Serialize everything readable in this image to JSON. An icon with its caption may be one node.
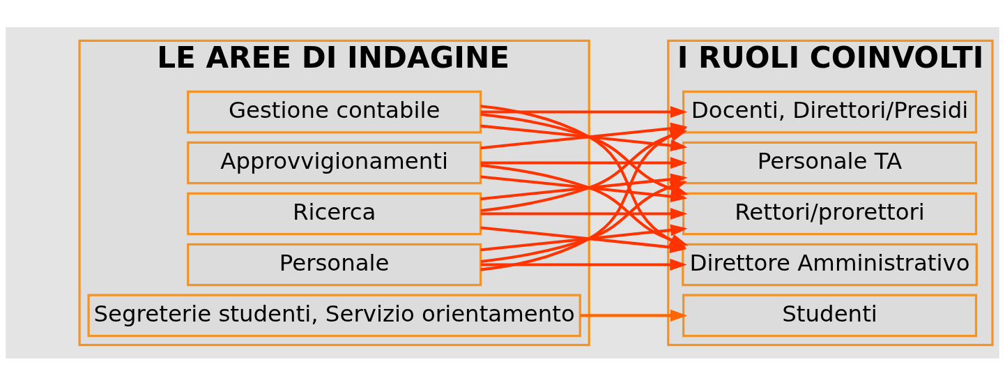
{
  "diagram": {
    "nodes": [
      {
        "text": [
          "LE AREE DI INDAGINE"
        ]
      },
      {
        "text": [
          "Segreterie studenti, Servizio orientamento"
        ],
        "in": 0
      },
      {
        "text": [
          "Approvvigionamenti"
        ],
        "in": 0
      },
      {
        "text": [
          "Gestione contabile"
        ],
        "in": 0
      },
      {
        "text": [
          "Personale"
        ],
        "in": 0
      },
      {
        "text": [
          "Ricerca"
        ],
        "in": 0
      },
      {
        "text": [
          "I RUOLI COINVOLTI"
        ]
      },
      {
        "text": [
          "Studenti"
        ],
        "in": 6
      },
      {
        "text": [
          "Personale TA"
        ],
        "in": 6
      },
      {
        "text": [
          "Docenti, Direttori/Presidi"
        ],
        "in": 6
      },
      {
        "text": [
          "Direttore Amministrativo"
        ],
        "in": 6
      },
      {
        "text": [
          "Rettori/prorettori"
        ],
        "in": 6
      }
    ],
    "edges": [
      {
        "from": 1,
        "to": 7,
        "arrow": "to"
      },
      {
        "from": 2,
        "to": 8,
        "arrow": "to",
        "color": "#ff3300"
      },
      {
        "from": 2,
        "to": 9,
        "arrow": "to",
        "color": "#ff3300"
      },
      {
        "from": 2,
        "to": 10,
        "arrow": "to",
        "color": "#ff3300"
      },
      {
        "from": 2,
        "to": 11,
        "arrow": "to",
        "color": "#ff3300"
      },
      {
        "from": 3,
        "to": 8,
        "arrow": "to",
        "color": "#ff3300"
      },
      {
        "from": 3,
        "to": 9,
        "arrow": "to",
        "color": "#ff3300"
      },
      {
        "from": 3,
        "to": 10,
        "arrow": "to",
        "color": "#ff3300"
      },
      {
        "from": 3,
        "to": 11,
        "arrow": "to",
        "color": "#ff3300"
      },
      {
        "from": 4,
        "to": 8,
        "arrow": "to",
        "color": "#ff3300"
      },
      {
        "from": 4,
        "to": 9,
        "arrow": "to",
        "color": "#ff3300"
      },
      {
        "from": 4,
        "to": 10,
        "arrow": "to",
        "color": "#ff3300"
      },
      {
        "from": 4,
        "to": 11,
        "arrow": "to",
        "color": "#ff3300"
      },
      {
        "from": 5,
        "to": 8,
        "arrow": "to",
        "color": "#ff3300"
      },
      {
        "from": 5,
        "to": 9,
        "arrow": "to",
        "color": "#ff3300"
      },
      {
        "from": 5,
        "to": 10,
        "arrow": "to",
        "color": "#ff3300"
      },
      {
        "from": 5,
        "to": 11,
        "arrow": "to",
        "color": "#ff3300"
      }
    ]
  }
}
